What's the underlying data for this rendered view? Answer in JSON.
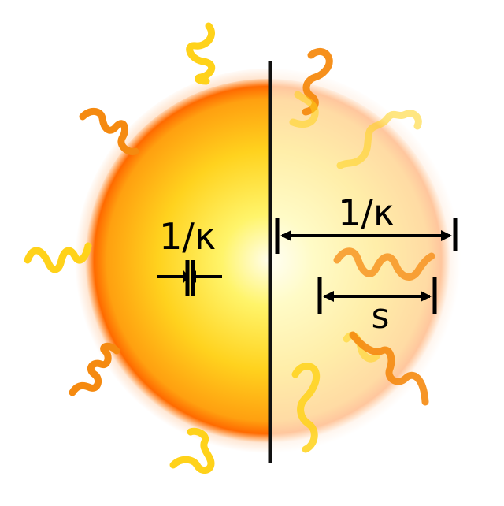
{
  "labels": {
    "left_inverse_kappa": "1/κ",
    "right_inverse_kappa": "1/κ",
    "scale_s": "s"
  },
  "colors": {
    "sphere_core": "#fffbe0",
    "sphere_mid": "#ffe23a",
    "sphere_edge": "#ff9a10",
    "sphere_rim": "#ff5a00",
    "ray_yellow": "#ffd21a",
    "ray_orange": "#f58a10",
    "divider": "#111111"
  }
}
